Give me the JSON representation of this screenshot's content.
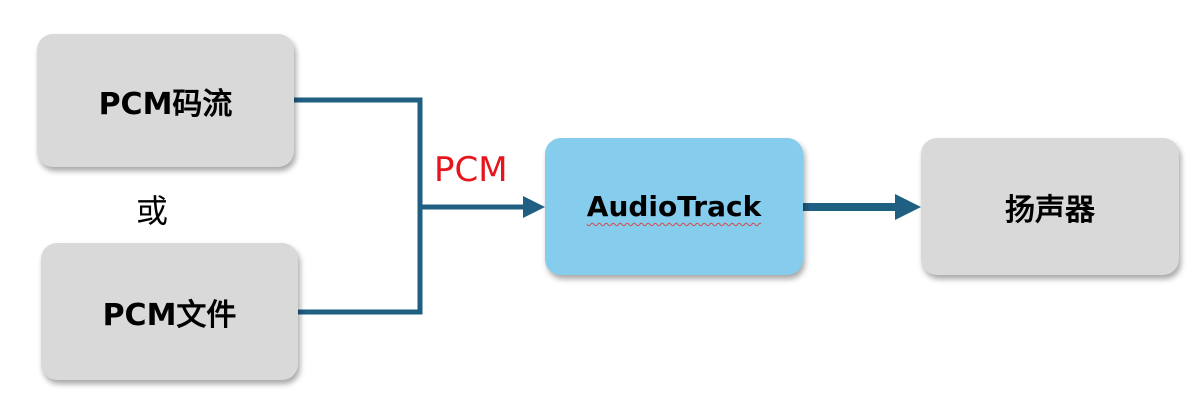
{
  "nodes": {
    "pcm_stream": "PCM码流",
    "pcm_file": "PCM文件",
    "audiotrack": "AudioTrack",
    "speaker": "扬声器"
  },
  "labels": {
    "or": "或",
    "edge_pcm": "PCM"
  },
  "colors": {
    "source_box": "#d9d9d9",
    "audiotrack_box": "#86ccec",
    "connector": "#1f5f82",
    "edge_label": "#e8141c"
  }
}
